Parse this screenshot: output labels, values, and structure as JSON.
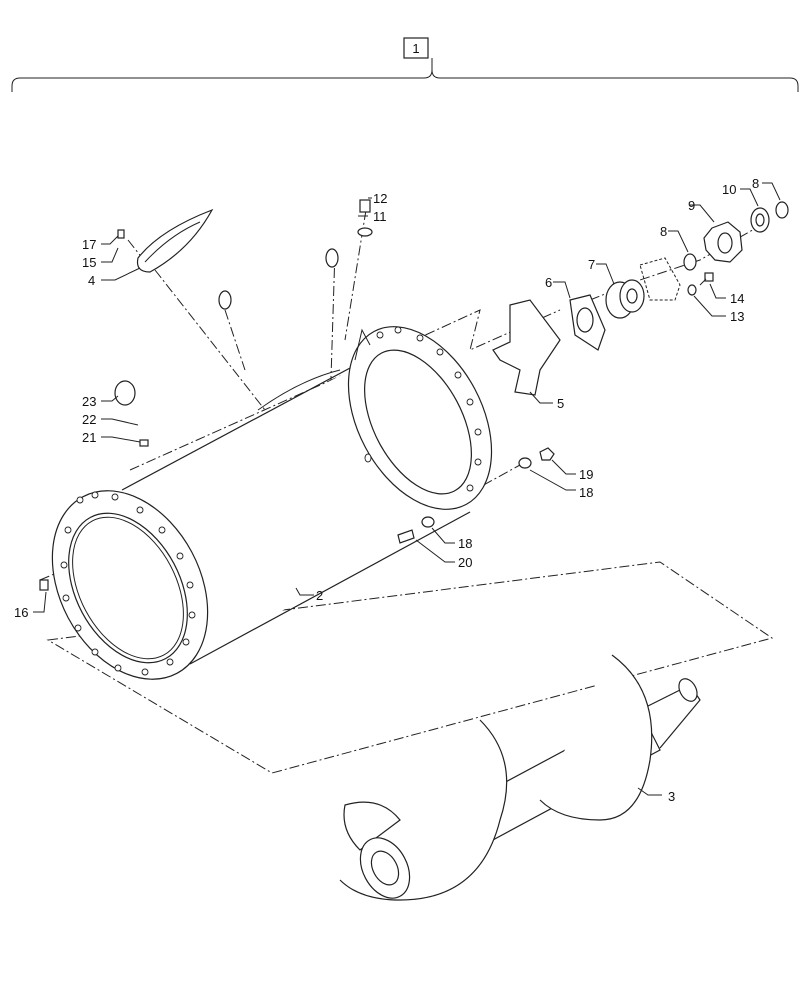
{
  "assembly_label": "1",
  "callouts": [
    {
      "id": "c2",
      "text": "2"
    },
    {
      "id": "c3",
      "text": "3"
    },
    {
      "id": "c4",
      "text": "4"
    },
    {
      "id": "c5",
      "text": "5"
    },
    {
      "id": "c6",
      "text": "6"
    },
    {
      "id": "c7",
      "text": "7"
    },
    {
      "id": "c8a",
      "text": "8"
    },
    {
      "id": "c8b",
      "text": "8"
    },
    {
      "id": "c9",
      "text": "9"
    },
    {
      "id": "c10",
      "text": "10"
    },
    {
      "id": "c11",
      "text": "11"
    },
    {
      "id": "c12",
      "text": "12"
    },
    {
      "id": "c13",
      "text": "13"
    },
    {
      "id": "c14",
      "text": "14"
    },
    {
      "id": "c15",
      "text": "15"
    },
    {
      "id": "c16",
      "text": "16"
    },
    {
      "id": "c17",
      "text": "17"
    },
    {
      "id": "c18a",
      "text": "18"
    },
    {
      "id": "c18b",
      "text": "18"
    },
    {
      "id": "c19",
      "text": "19"
    },
    {
      "id": "c20",
      "text": "20"
    },
    {
      "id": "c21",
      "text": "21"
    },
    {
      "id": "c22",
      "text": "22"
    },
    {
      "id": "c23",
      "text": "23"
    }
  ]
}
